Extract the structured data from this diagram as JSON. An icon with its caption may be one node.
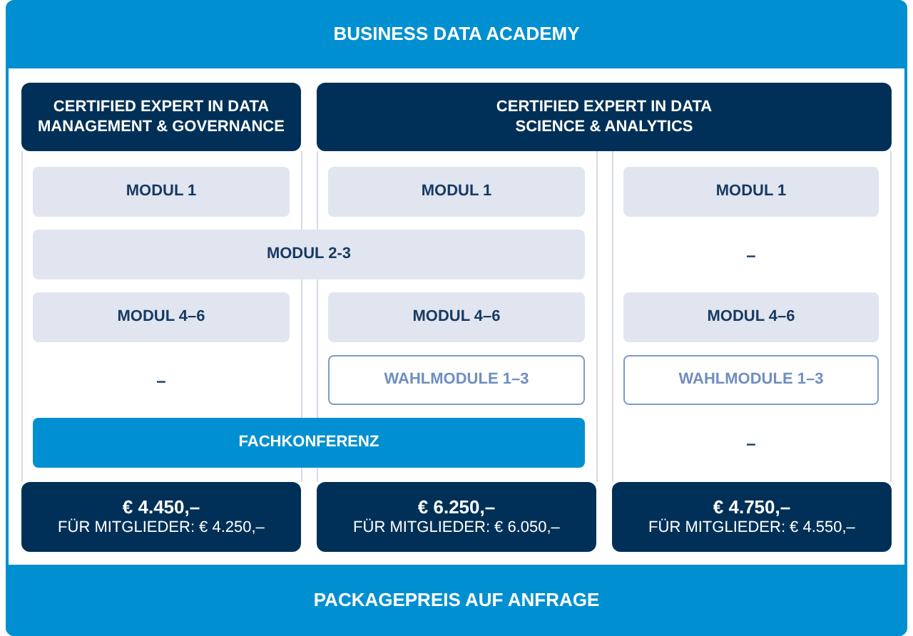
{
  "diagram": {
    "nodes": [
      {
        "text": [
          "BUSINESS DATA ACADEMY"
        ]
      },
      {
        "text": [
          "CERTIFIED EXPERT IN DATA MANAGEMENT & GOVERNANCE"
        ]
      },
      {
        "text": [
          "CERTIFIED EXPERT IN DATA SCIENCE & ANALYTICS"
        ]
      },
      {
        "text": [
          "MODUL 1"
        ]
      },
      {
        "text": [
          "MODUL 1"
        ]
      },
      {
        "text": [
          "MODUL 1"
        ]
      },
      {
        "text": [
          "MODUL 2-3"
        ]
      },
      {
        "text": [
          "MODUL 4–6"
        ]
      },
      {
        "text": [
          "MODUL 4–6"
        ]
      },
      {
        "text": [
          "MODUL 4–6"
        ]
      },
      {
        "text": [
          "WAHLMODULE 1–3"
        ]
      },
      {
        "text": [
          "WAHLMODULE 1–3"
        ]
      },
      {
        "text": [
          "FACHKONFERENZ"
        ]
      },
      {
        "text": [
          "€ 4.450,–",
          "FÜR MITGLIEDER: € 4.250,–"
        ]
      },
      {
        "text": [
          "€ 6.250,–",
          "FÜR MITGLIEDER: € 6.050,–"
        ]
      },
      {
        "text": [
          "€ 4.750,–",
          "FÜR MITGLIEDER: € 4.550,–"
        ]
      },
      {
        "text": [
          "PACKAGEPREIS AUF ANFRAGE"
        ]
      }
    ],
    "labels": [
      "–",
      "–",
      "–"
    ]
  }
}
